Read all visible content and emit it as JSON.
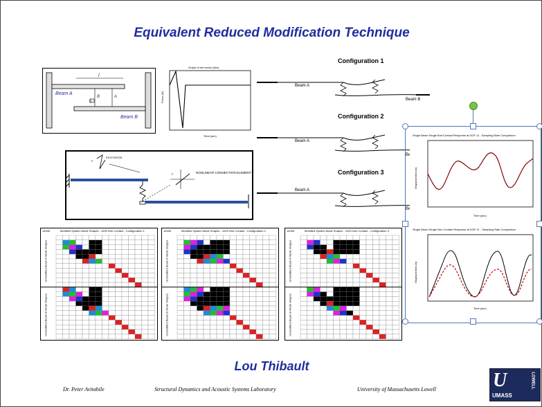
{
  "slide": {
    "title": "Equivalent Reduced Modification Technique",
    "author": "Lou Thibault",
    "footer": {
      "left": "Dr. Peter Avitabile",
      "center": "Structural Dynamics and Acoustic Systems Laboratory",
      "right": "University of Massachusetts Lowell"
    },
    "logo": {
      "main": "UMASS",
      "side": "LOWELL"
    }
  },
  "beam_figure": {
    "labels": [
      "Beam A",
      "Beam B",
      "l",
      "B",
      "A"
    ],
    "legend_box": "D"
  },
  "impulse_plot": {
    "title": "Graph of the forces (lb/s)",
    "ylabel": "Force (lb)",
    "xlabel": "Time (sec)"
  },
  "contact_figure": {
    "excitation": "EXCITATION",
    "contact_label": "NONLINEAR CONNECTION ELEMENT",
    "symbols": [
      "F",
      "F",
      "F"
    ]
  },
  "configurations": [
    {
      "title": "Configuration 1",
      "beam_a": "Beam A",
      "beam_b": "Beam B"
    },
    {
      "title": "Configuration 2",
      "beam_a": "Beam A",
      "beam_b": "Beam B"
    },
    {
      "title": "Configuration 3",
      "beam_a": "Beam A",
      "beam_b": "Beam B"
    }
  ],
  "response_plots": {
    "top": {
      "title": "Single Beam Single Bolt Contact Response at DOF 11 - Sampling Rate Comparison",
      "ylabel": "Displacement (in)",
      "xlabel": "Time (sec)"
    },
    "bottom": {
      "title": "Single Beam Single Non Contact Response at DOF 11 - Sampling Rate Comparison",
      "ylabel": "Displacement (in)",
      "xlabel": "Time (sec)"
    }
  },
  "mac_panels": [
    {
      "title": "Modified System Mode Shapes - 1000 N/m Contact - Configuration 1",
      "corner": "14006",
      "row_label_top": "Unmodified Beam A Mode Shapes",
      "row_label_bottom": "Unmodified Beam B Mode Shapes"
    },
    {
      "title": "Modified System Mode Shapes - 1000 N/m Contact - Configuration 2",
      "corner": "14006",
      "row_label_top": "Unmodified Beam A Mode Shapes",
      "row_label_bottom": "Unmodified Beam B Mode Shapes"
    },
    {
      "title": "Modified System Mode Shapes - 1000 N/m Contact - Configuration 3",
      "corner": "14006",
      "row_label_top": "Unmodified Beam A Mode Shapes",
      "row_label_bottom": "Unmodified Beam B Mode Shapes"
    }
  ],
  "colors": {
    "title_blue": "#1f2d9e",
    "selection_blue": "#4c79b6",
    "rotate_green": "#7ec04a",
    "logo_navy": "#1d2a5c"
  }
}
